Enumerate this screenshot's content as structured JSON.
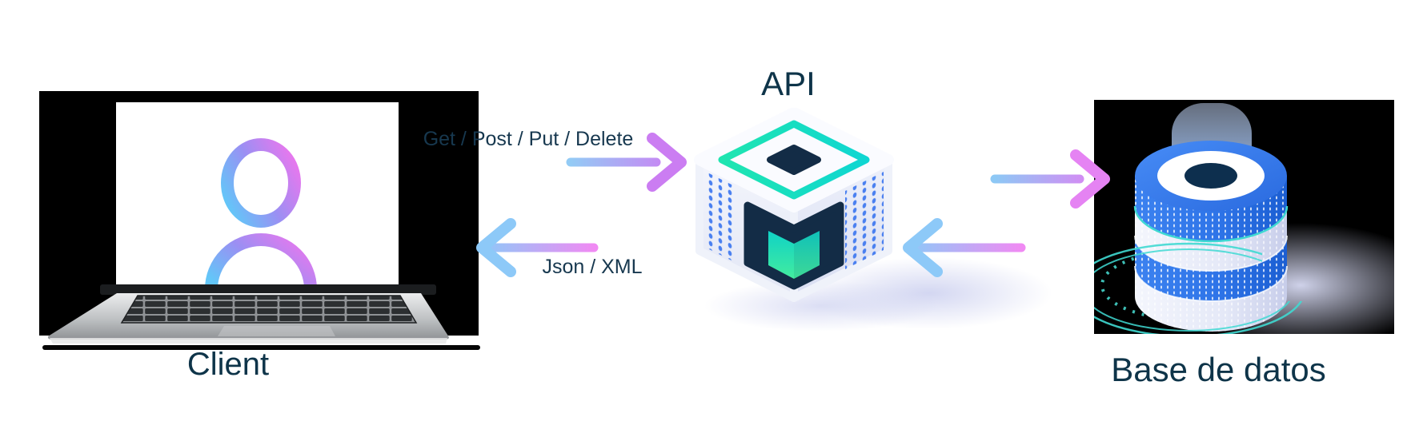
{
  "diagram": {
    "nodes": {
      "client": {
        "label": "Client"
      },
      "api": {
        "label": "API"
      },
      "database": {
        "label": "Base de datos"
      }
    },
    "arrows": {
      "request": {
        "label": "Get / Post / Put / Delete",
        "from": "Client",
        "to": "API",
        "direction": "right"
      },
      "response": {
        "label": "Json / XML",
        "from": "API",
        "to": "Client",
        "direction": "left"
      },
      "api_to_database": {
        "label": "",
        "from": "API",
        "to": "Base de datos",
        "direction": "right"
      },
      "database_to_api": {
        "label": "",
        "from": "Base de datos",
        "to": "API",
        "direction": "left"
      }
    },
    "colors": {
      "label_text": "#0E3449",
      "arrow_blue": "#8DC9F8",
      "arrow_purple": "#CF7DF3",
      "arrow_pink": "#F08AF3",
      "teal_accent": "#14DCC8",
      "navy_accent": "#132C46",
      "dot_blue": "#4A80F0",
      "database_blue": "#2E74E8",
      "panel_background": "#000000",
      "page_background": "#FFFFFF"
    }
  }
}
